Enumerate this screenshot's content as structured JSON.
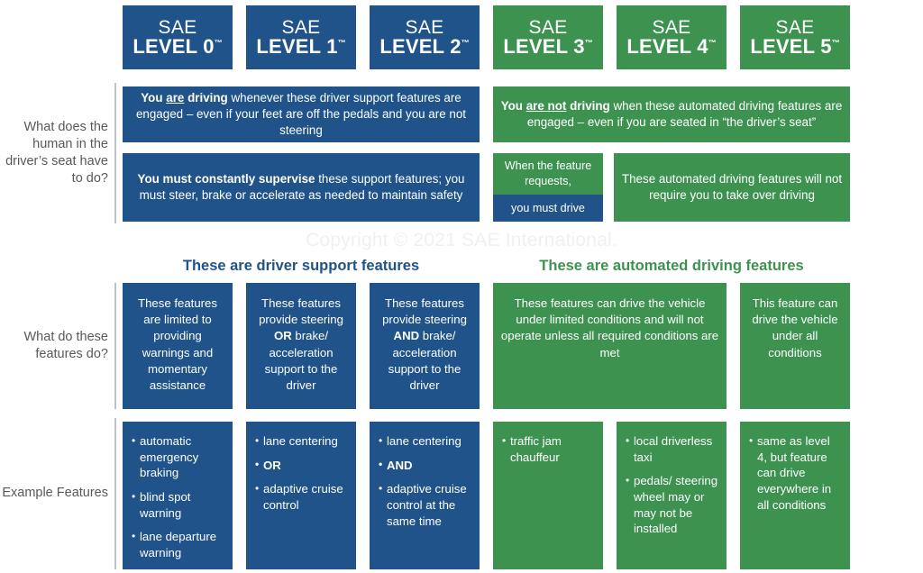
{
  "colors": {
    "blue": "#1f5389",
    "green": "#3d9250",
    "label_gray": "#595959",
    "divider": "#b9c4cf",
    "watermark": "#f0f0f0"
  },
  "watermark": "Copyright © 2021 SAE International.",
  "levels": [
    {
      "sae": "SAE",
      "level": "LEVEL 0",
      "tm": "™",
      "color": "blue"
    },
    {
      "sae": "SAE",
      "level": "LEVEL 1",
      "tm": "™",
      "color": "blue"
    },
    {
      "sae": "SAE",
      "level": "LEVEL 2",
      "tm": "™",
      "color": "blue"
    },
    {
      "sae": "SAE",
      "level": "LEVEL 3",
      "tm": "™",
      "color": "green"
    },
    {
      "sae": "SAE",
      "level": "LEVEL 4",
      "tm": "™",
      "color": "green"
    },
    {
      "sae": "SAE",
      "level": "LEVEL 5",
      "tm": "™",
      "color": "green"
    }
  ],
  "row_labels": {
    "human": "What does the human in the driver’s seat have to do?",
    "features_do": "What do these features do?",
    "examples": "Example Features"
  },
  "section_headings": {
    "driver_support": "These are driver support features",
    "automated_driving": "These are automated driving features"
  },
  "human_row": {
    "blue_top_prefix": "You ",
    "blue_top_underline": "are",
    "blue_top_bold_tail": " driving",
    "blue_top_rest": " whenever these driver support features are engaged – even if your feet are off the pedals and you are not steering",
    "green_top_prefix": "You ",
    "green_top_underline": "are not",
    "green_top_bold_tail": " driving",
    "green_top_rest": " when these automated driving features are engaged – even if you are seated in “the driver’s seat”",
    "blue_bottom_bold": "You must constantly supervise",
    "blue_bottom_rest": " these support features; you must steer, brake or accelerate as needed to maintain safety",
    "green_l3_top": "When the feature requests,",
    "green_l3_bottom": "you must drive",
    "green_l45": "These automated driving features will not require you to take over driving"
  },
  "features_do": [
    {
      "text": "These features are limited to providing warnings and momentary assistance",
      "color": "blue"
    },
    {
      "pre": "These features provide steering ",
      "bold": "OR",
      "post": " brake/ acceleration support to the driver",
      "color": "blue"
    },
    {
      "pre": "These features provide steering ",
      "bold": "AND",
      "post": " brake/ acceleration support to the driver",
      "color": "blue"
    },
    {
      "text": "These features can drive the vehicle under limited conditions and will not operate unless all required conditions are met",
      "color": "green"
    },
    {
      "text": "This feature can drive the vehicle under all conditions",
      "color": "green"
    }
  ],
  "example_features": [
    {
      "color": "blue",
      "items": [
        {
          "type": "bullet",
          "text": "automatic emergency braking"
        },
        {
          "type": "bullet",
          "text": "blind spot warning"
        },
        {
          "type": "bullet",
          "text": "lane departure warning"
        }
      ]
    },
    {
      "color": "blue",
      "items": [
        {
          "type": "bullet",
          "text": "lane centering"
        },
        {
          "type": "plain",
          "text": "OR"
        },
        {
          "type": "bullet",
          "text": "adaptive cruise control"
        }
      ]
    },
    {
      "color": "blue",
      "items": [
        {
          "type": "bullet",
          "text": "lane centering"
        },
        {
          "type": "plain",
          "text": "AND"
        },
        {
          "type": "bullet",
          "text": "adaptive cruise control at the same time"
        }
      ]
    },
    {
      "color": "green",
      "items": [
        {
          "type": "bullet",
          "text": "traffic jam chauffeur"
        }
      ]
    },
    {
      "color": "green",
      "items": [
        {
          "type": "bullet",
          "text": "local driverless taxi"
        },
        {
          "type": "bullet",
          "text": "pedals/ steering wheel may or may not be installed"
        }
      ]
    },
    {
      "color": "green",
      "items": [
        {
          "type": "bullet",
          "text": "same as level 4, but feature can drive everywhere in all conditions"
        }
      ]
    }
  ]
}
